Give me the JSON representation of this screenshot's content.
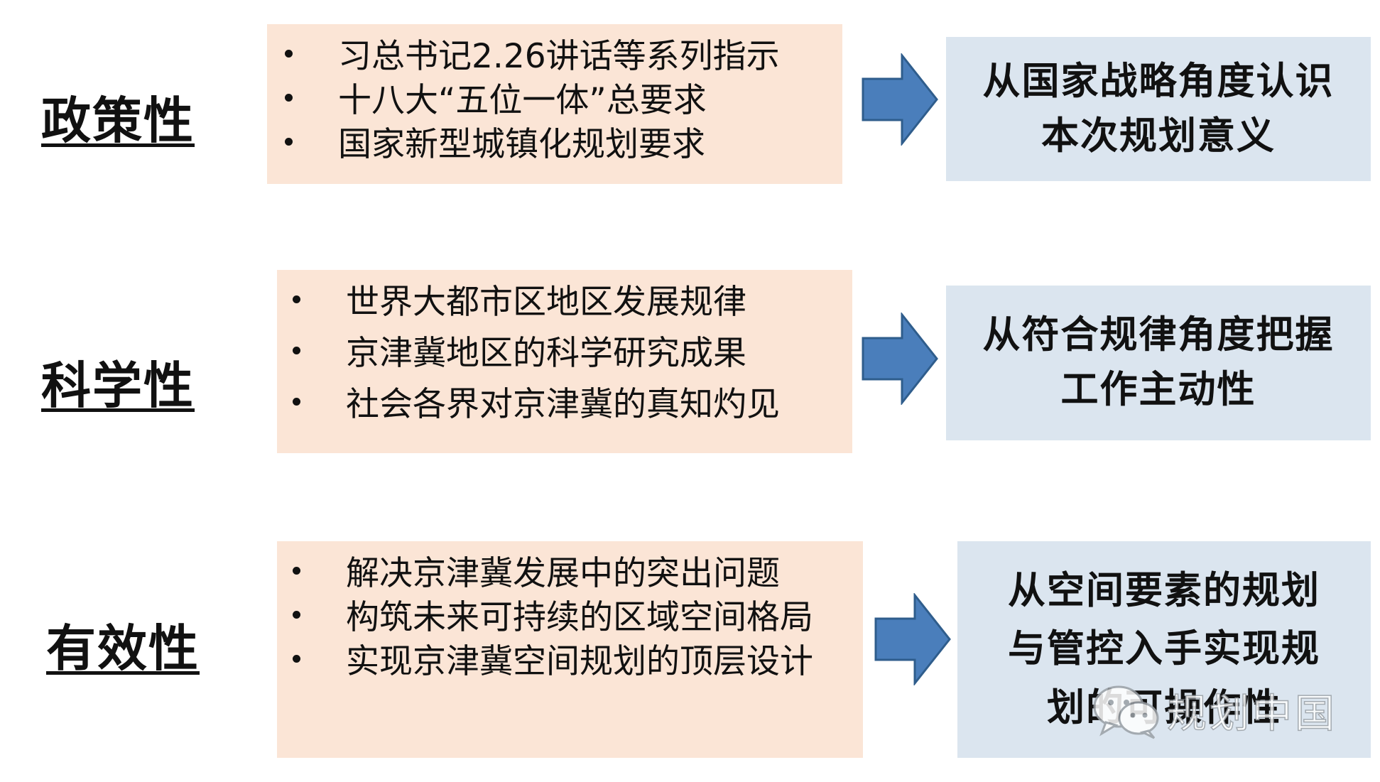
{
  "rows": [
    {
      "label": "政策性",
      "bullets": [
        "习总书记2.26讲话等系列指示",
        "十八大“五位一体”总要求",
        "国家新型城镇化规划要求"
      ],
      "result_lines": [
        "从国家战略角度认识",
        "本次规划意义"
      ]
    },
    {
      "label": "科学性",
      "bullets": [
        "世界大都市区地区发展规律",
        "京津冀地区的科学研究成果",
        "社会各界对京津冀的真知灼见"
      ],
      "result_lines": [
        "从符合规律角度把握",
        "工作主动性"
      ]
    },
    {
      "label": "有效性",
      "bullets": [
        "解决京津冀发展中的突出问题",
        "构筑未来可持续的区域空间格局",
        "实现京津冀空间规划的顶层设计"
      ],
      "result_lines": [
        "从空间要素的规划",
        "与管控入手实现规",
        "划的可操作性"
      ]
    }
  ],
  "watermark": {
    "text": "规划中国",
    "icon": "wechat-icon"
  },
  "colors": {
    "bullet_box": "#fbe5d6",
    "result_box": "#dbe5ef",
    "arrow_fill": "#4a7ebb",
    "arrow_stroke": "#2f5d8c"
  }
}
